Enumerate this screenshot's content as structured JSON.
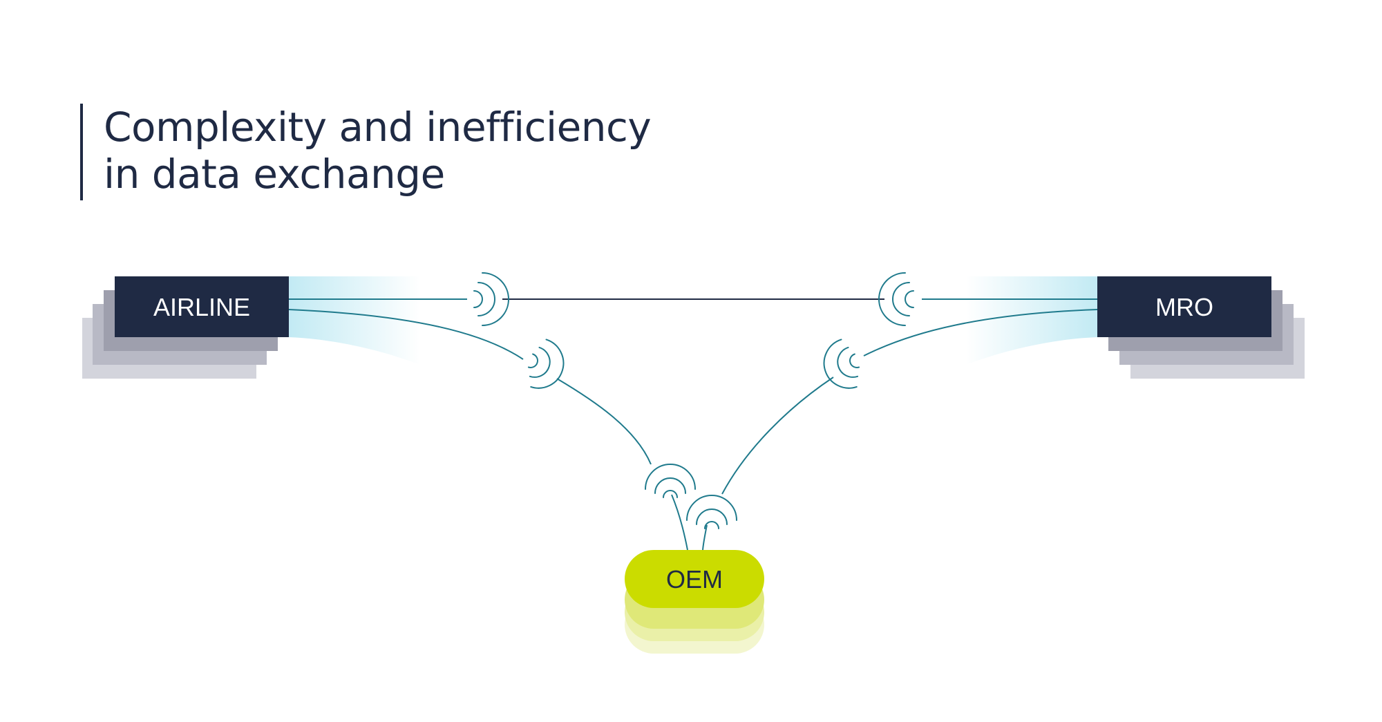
{
  "title": {
    "line1": "Complexity and inefficiency",
    "line2": "in data exchange"
  },
  "nodes": {
    "airline": {
      "label": "AIRLINE"
    },
    "mro": {
      "label": "MRO"
    },
    "oem": {
      "label": "OEM"
    }
  },
  "colors": {
    "dark_navy": "#1f2a44",
    "stack_gray_1": "#9e9fad",
    "stack_gray_2": "#c5c6d0",
    "connector_teal": "#1f7a8c",
    "glow_cyan": "#bfe9f3",
    "oem_lime": "#cbdc00",
    "oem_lime_light": "#e9ef8c"
  },
  "icons": [
    "signal-wave-icon"
  ]
}
